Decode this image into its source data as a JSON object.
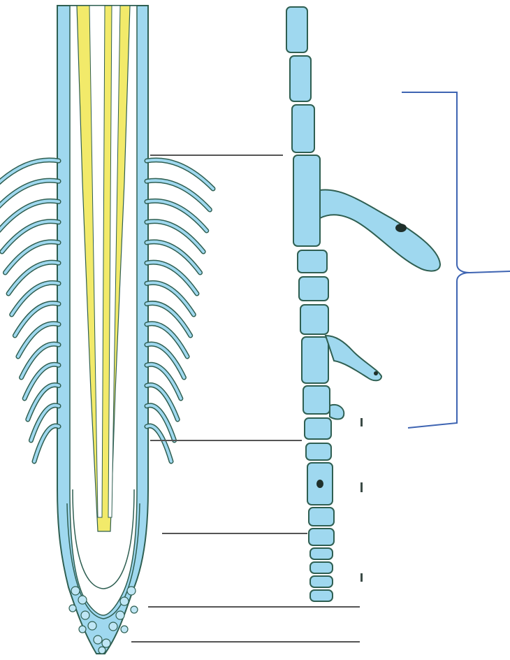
{
  "colors": {
    "background": "#ffffff",
    "tissue_fill": "#9fd8ef",
    "tissue_fill_light": "#bfe6f5",
    "outline": "#2f5f52",
    "vascular_core": "#f2ea6a",
    "label_line": "#555555",
    "bracket": "#3e64b2",
    "nucleus": "#1f2f2a"
  },
  "icons": {
    "root_tip": "root-tip-longitudinal-view",
    "cell_column": "epidermal-cell-file-with-root-hairs",
    "bracket": "root-hair-zone-bracket"
  },
  "labels": [
    {
      "id": "label-line-1",
      "text": ""
    },
    {
      "id": "label-line-2",
      "text": ""
    },
    {
      "id": "label-line-3",
      "text": ""
    },
    {
      "id": "label-line-4",
      "text": ""
    },
    {
      "id": "label-line-5",
      "text": ""
    }
  ]
}
